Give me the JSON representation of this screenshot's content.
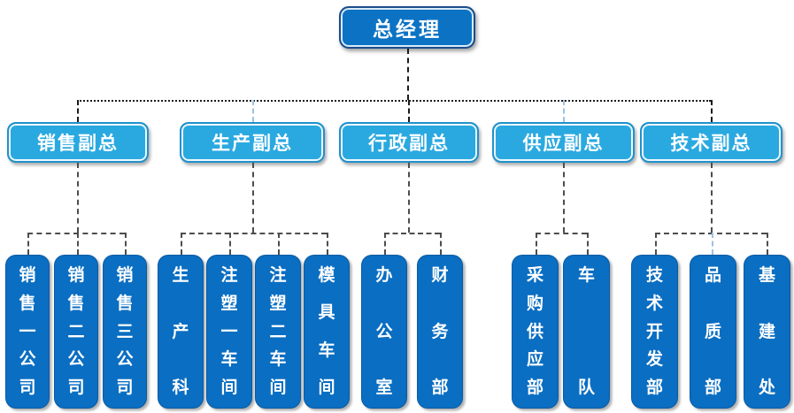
{
  "org": {
    "root": {
      "label": "总经理"
    },
    "branches": [
      {
        "label": "销售副总",
        "children": [
          "销售一公司",
          "销售二公司",
          "销售三公司"
        ]
      },
      {
        "label": "生产副总",
        "children": [
          "生产科",
          "注塑一车间",
          "注塑二车间",
          "模具车间"
        ]
      },
      {
        "label": "行政副总",
        "children": [
          "办公室",
          "财务部"
        ]
      },
      {
        "label": "供应副总",
        "children": [
          "采购供应部",
          "车队"
        ]
      },
      {
        "label": "技术副总",
        "children": [
          "技术开发部",
          "品质部",
          "基建处"
        ]
      }
    ]
  },
  "colors": {
    "background": "#ffffff",
    "root_fill": "#0c73c4",
    "root_border": "#1b4e8b",
    "level2_fill": "#2aa9e0",
    "level2_border": "#2191cd",
    "level3_fill": "#0a6ec2",
    "connector_black": "#1a1a1a",
    "connector_dark": "#4d4d4d",
    "connector_light": "#9cc2e5",
    "text": "#ffffff"
  }
}
